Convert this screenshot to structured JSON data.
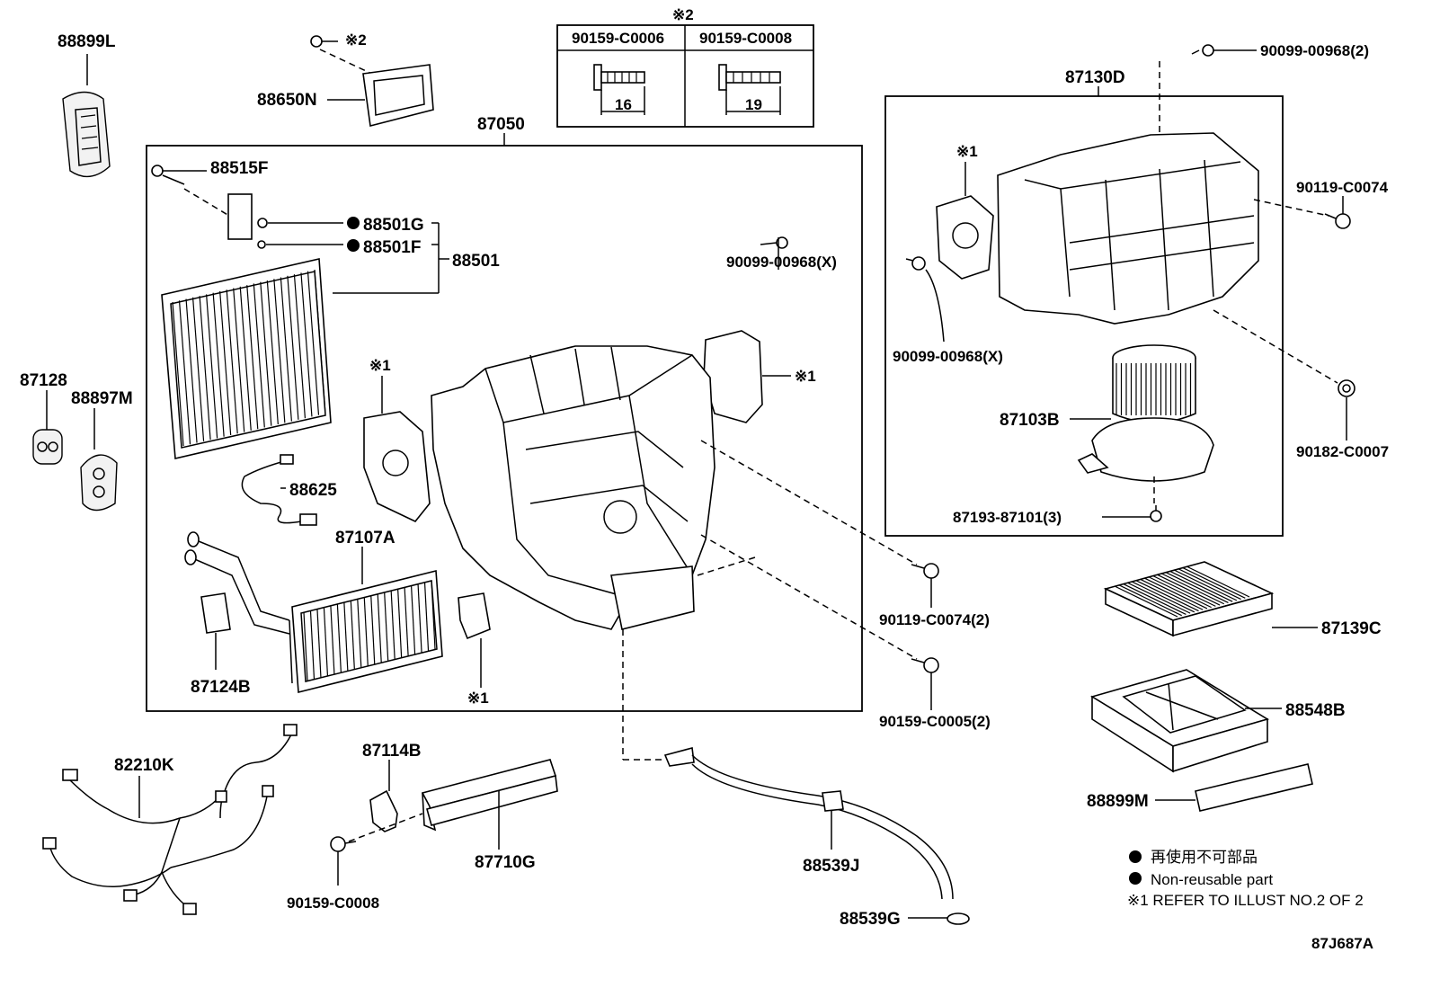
{
  "labels": {
    "p88899L": "88899L",
    "p88650N": "88650N",
    "ref2_top": "※2",
    "ref2_small": "※2",
    "table_c1": "90159-C0006",
    "table_c2": "90159-C0008",
    "dim16": "16",
    "dim19": "19",
    "p87050": "87050",
    "p88515F": "88515F",
    "p88501G": "88501G",
    "p88501F": "88501F",
    "p88501": "88501",
    "p90099_x1": "90099-00968(X)",
    "ref1_a": "※1",
    "ref1_b": "※1",
    "ref1_c": "※1",
    "ref1_d": "※1",
    "p87128": "87128",
    "p88897M": "88897M",
    "p88625": "88625",
    "p87107A": "87107A",
    "p87124B": "87124B",
    "p87130D": "87130D",
    "p90099_2": "90099-00968(2)",
    "p90119_c0074": "90119-C0074",
    "p90099_x2": "90099-00968(X)",
    "p87103B": "87103B",
    "p90182": "90182-C0007",
    "p87193": "87193-87101(3)",
    "p90119_2": "90119-C0074(2)",
    "p90159_c0005": "90159-C0005(2)",
    "p87139C": "87139C",
    "p88548B": "88548B",
    "p88899M": "88899M",
    "p82210K": "82210K",
    "p87114B": "87114B",
    "p87710G": "87710G",
    "p90159_c0008": "90159-C0008",
    "p88539J": "88539J",
    "p88539G": "88539G",
    "legend_jp": "再使用不可部品",
    "legend_en": "Non-reusable part",
    "legend_ref": "※1 REFER TO ILLUST NO.2 OF 2",
    "diagram_id": "87J687A"
  },
  "icons": [
    "non-reusable-dot-icon",
    "screw-icon",
    "bolt-icon"
  ]
}
